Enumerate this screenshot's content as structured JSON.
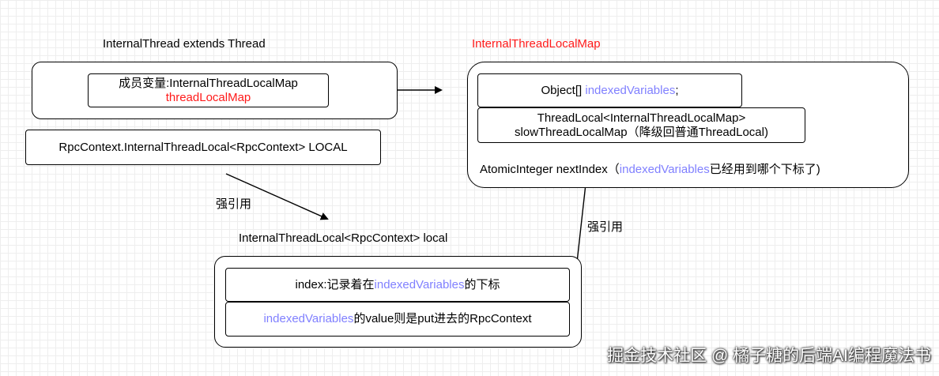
{
  "thread": {
    "title": "InternalThread extends Thread",
    "member_line1": "成员变量:InternalThreadLocalMap",
    "member_line2": "threadLocalMap",
    "local_field": "RpcContext.InternalThreadLocal<RpcContext> LOCAL"
  },
  "map": {
    "title": "InternalThreadLocalMap",
    "indexed_prefix": "Object[] ",
    "indexed_name": "indexedVariables",
    "indexed_suffix": ";",
    "slow_line1": "ThreadLocal<InternalThreadLocalMap>",
    "slow_line2": "slowThreadLocalMap（降级回普通ThreadLocal)",
    "next_prefix": "AtomicInteger nextIndex（",
    "next_purple": "indexedVariables",
    "next_suffix": "已经用到哪个下标了)"
  },
  "local": {
    "title": "InternalThreadLocal<RpcContext> local",
    "index_prefix": "index:记录着在",
    "index_purple": "indexedVariables",
    "index_suffix": "的下标",
    "value_purple": "indexedVariables",
    "value_suffix": "的value则是put进去的RpcContext"
  },
  "labels": {
    "strong_ref_left": "强引用",
    "strong_ref_right": "强引用"
  },
  "colors": {
    "red": "#ff1a1a",
    "purple": "#8080ff",
    "grid": "#eeeeee"
  },
  "watermark": "掘金技术社区 @ 橘子糖的后端AI编程魔法书"
}
